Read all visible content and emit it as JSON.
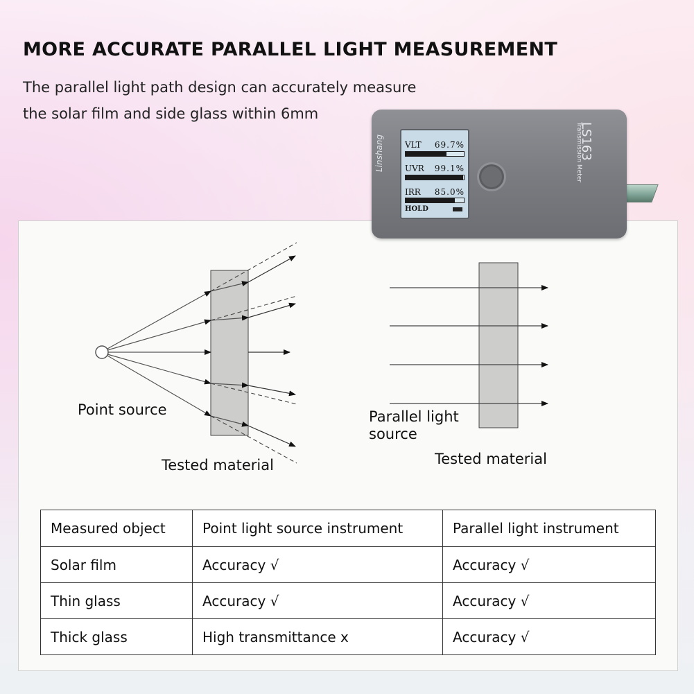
{
  "header": {
    "title": "MORE ACCURATE PARALLEL LIGHT MEASUREMENT",
    "subtitle_line1": "The parallel light path design can accurately measure",
    "subtitle_line2": "the solar film and side glass within 6mm"
  },
  "device": {
    "brand": "Linshang",
    "model": "LS163",
    "model_sub": "Transmission Meter",
    "readings": [
      {
        "label": "VLT",
        "value": "69.7%",
        "level": 0.697
      },
      {
        "label": "UVR",
        "value": "99.1%",
        "level": 0.991
      },
      {
        "label": "IRR",
        "value": "85.0%",
        "level": 0.85
      }
    ],
    "status": "HOLD"
  },
  "diagrams": {
    "point_source_label": "Point source",
    "left_material_label": "Tested material",
    "parallel_source_label_line1": "Parallel light",
    "parallel_source_label_line2": "source",
    "right_material_label": "Tested material"
  },
  "table": {
    "headers": [
      "Measured object",
      "Point light source instrument",
      "Parallel light instrument"
    ],
    "rows": [
      {
        "object": "Solar film",
        "point": "Accuracy √",
        "parallel": "Accuracy √",
        "point_status": "ok"
      },
      {
        "object": "Thin glass",
        "point": "Accuracy √",
        "parallel": "Accuracy √",
        "point_status": "ok"
      },
      {
        "object": "Thick glass",
        "point": "High transmittance x",
        "parallel": "Accuracy √",
        "point_status": "bad"
      }
    ]
  },
  "colors": {
    "ok": "#1d8c1d",
    "bad": "#e01414",
    "material": "#c4c4c4"
  }
}
